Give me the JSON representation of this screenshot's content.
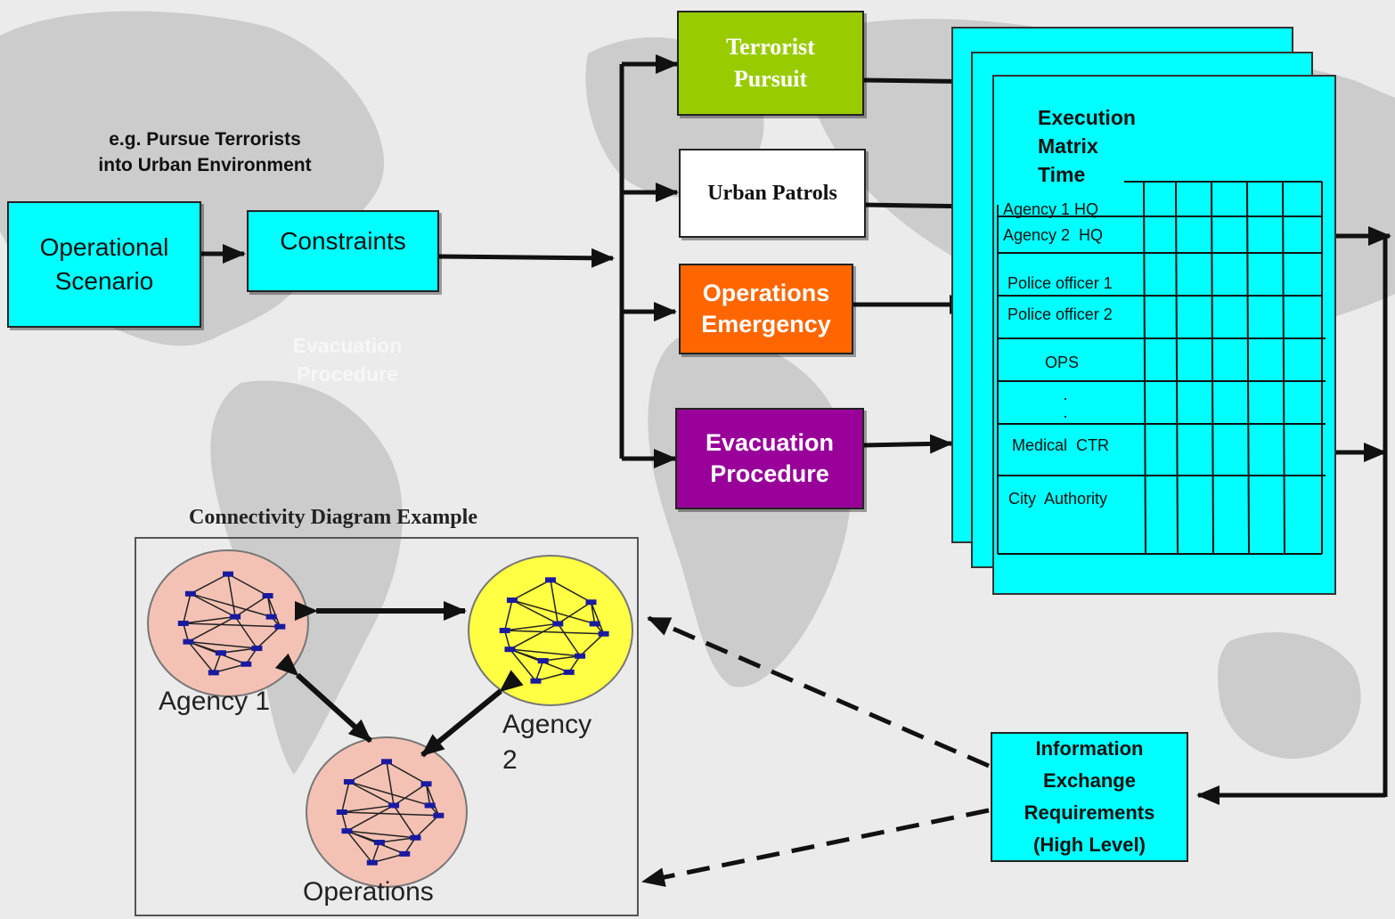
{
  "note": "e.g. Pursue Terrorists\ninto Urban Environment",
  "boxes": {
    "operational_scenario": "Operational\nScenario",
    "constraints": "Constraints",
    "terrorist_pursuit": "Terrorist\nPursuit",
    "urban_patrols": "Urban Patrols",
    "operations_emergency": "Operations\nEmergency",
    "evacuation_procedure": "Evacuation\nProcedure",
    "info_exchange": "Information\nExchange\nRequirements\n(High Level)"
  },
  "faint_label": "Evacuation\nProcedure",
  "matrix": {
    "title": "Execution\nMatrix\nTime",
    "rows": [
      "Agency 1 HQ",
      "Agency 2  HQ",
      "Police officer 1",
      "Police officer 2",
      "OPS",
      ".",
      ".",
      "Medical  CTR",
      "City  Authority"
    ]
  },
  "connectivity": {
    "title": "Connectivity Diagram Example",
    "agency1": "Agency 1",
    "agency2": "Agency\n2",
    "operations": "Operations"
  },
  "colors": {
    "cyan": "#00ffff",
    "green": "#99cc00",
    "white": "#ffffff",
    "orange": "#ff6600",
    "purple": "#990099",
    "salmon": "#f4c2b4",
    "yellow": "#ffff44",
    "node": "#1a1aa0"
  }
}
